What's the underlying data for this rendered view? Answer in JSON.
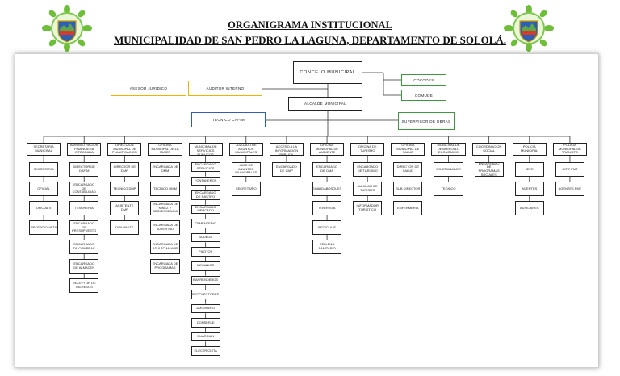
{
  "header": {
    "title": "ORGANIGRAMA INSTITUCIONAL",
    "subtitle": "MUNICIPALIDAD DE SAN PEDRO LA LAGUNA, DEPARTAMENTO DE SOLOLÁ."
  },
  "top": {
    "concejo": "CONCEJO MUNICIPAL",
    "cocodes": "COCODES",
    "comude": "COMUDE",
    "asesor": "ASESOR JURIDICO",
    "auditor": "AUDITOR INTERNO",
    "alcalde": "ALCALDE MUNICIPAL",
    "tecnico": "TECNICO CAFIM",
    "supervisor": "SUPERVISOR DE OBRAS"
  },
  "departments": [
    {
      "label": "SECRETARIA MUNICIPAL",
      "subs": [
        "SECRETARIA",
        "OFICIAL",
        "OFICIAL II",
        "RECEPCIONISTA"
      ]
    },
    {
      "label": "DIRECCION DE ADMINISTRACION FINANCIERA INTEGRADA MUNICIPAL",
      "subs": [
        "DIRECTOR DE DAFIM",
        "ENCARGADO DE CONTABILIDAD",
        "TESORERIA",
        "ENCARGADO DE PRESUPUESTO",
        "ENCARGADO DE COMPRAS",
        "ENCARGADO DE ALMACEN",
        "RECEPTOR DE INGRESOS"
      ]
    },
    {
      "label": "DIRECCION MUNICIPAL DE PLANIFICACION",
      "subs": [
        "DIRECTOR DE DMP",
        "TECNICO DMP",
        "ASISTENTE DMP",
        "DIBUJANTE"
      ]
    },
    {
      "label": "OFICINA MUNICIPAL DE LA MUJER",
      "subs": [
        "ENCARGADA DE OMM",
        "TECNICO OMM",
        "ENCARGADA DE NIÑEZ Y ADOLESCENCIA",
        "ENCARGADA DE JUVENTUD",
        "ENCARGADA DE ADULTO MAYOR",
        "ENCARGADA DE PROGRAMAS"
      ]
    },
    {
      "label": "OFICINA MUNICIPAL DE SERVICIOS PUBLICOS",
      "subs": [
        "ENCARGADO SERVICIOS",
        "FONTANEROS",
        "ENCARGADO DE RASTRO",
        "ENCARGADO MERCADO",
        "CEMENTERIO",
        "BODEGA",
        "PILOTOS",
        "MECANICO",
        "BARRENDEROS",
        "RECOLECTORES",
        "JARDINERO",
        "CONSERJE",
        "GUARDIAN",
        "ELECTRICISTA"
      ]
    },
    {
      "label": "JUZGADO DE ASUNTOS MUNICIPALES",
      "subs": [
        "JUEZ DE ASUNTOS MUNICIPALES",
        "SECRETARIO"
      ]
    },
    {
      "label": "UNIDAD DE ACCESO A LA INFORMACION PUBLICA",
      "subs": [
        "ENCARGADO DE UAIP"
      ]
    },
    {
      "label": "OFICINA MUNICIPAL DE AMBIENTE",
      "subs": [
        "ENCARGADO DE OMA",
        "GUARDABOSQUES",
        "VIVERISTA",
        "RECICLAJE",
        "RELLENO SANITARIO"
      ]
    },
    {
      "label": "OFICINA DE TURISMO",
      "subs": [
        "ENCARGADO DE TURISMO",
        "AUXILIAR DE TURISMO",
        "INFORMADOR TURISTICO"
      ]
    },
    {
      "label": "OFICINA MUNICIPAL DE SALUD",
      "subs": [
        "DIRECTOR DE SALUD",
        "SUB DIRECTOR",
        "ENFERMERIA"
      ]
    },
    {
      "label": "OFICINA MUNICIPAL DE DESARROLLO ECONOMICO LOCAL",
      "subs": [
        "COORDINADOR",
        "TECNICO"
      ]
    },
    {
      "label": "COORDINACION SOCIAL",
      "subs": [
        "ENCARGADO DE PROGRAMAS SOCIALES"
      ]
    },
    {
      "label": "POLICIA MUNICIPAL",
      "subs": [
        "JEFE",
        "AGENTES",
        "AUXILIARES"
      ]
    },
    {
      "label": "POLICIA MUNICIPAL DE TRANSITO",
      "subs": [
        "JEFE PMT",
        "AGENTES PMT"
      ]
    }
  ]
}
